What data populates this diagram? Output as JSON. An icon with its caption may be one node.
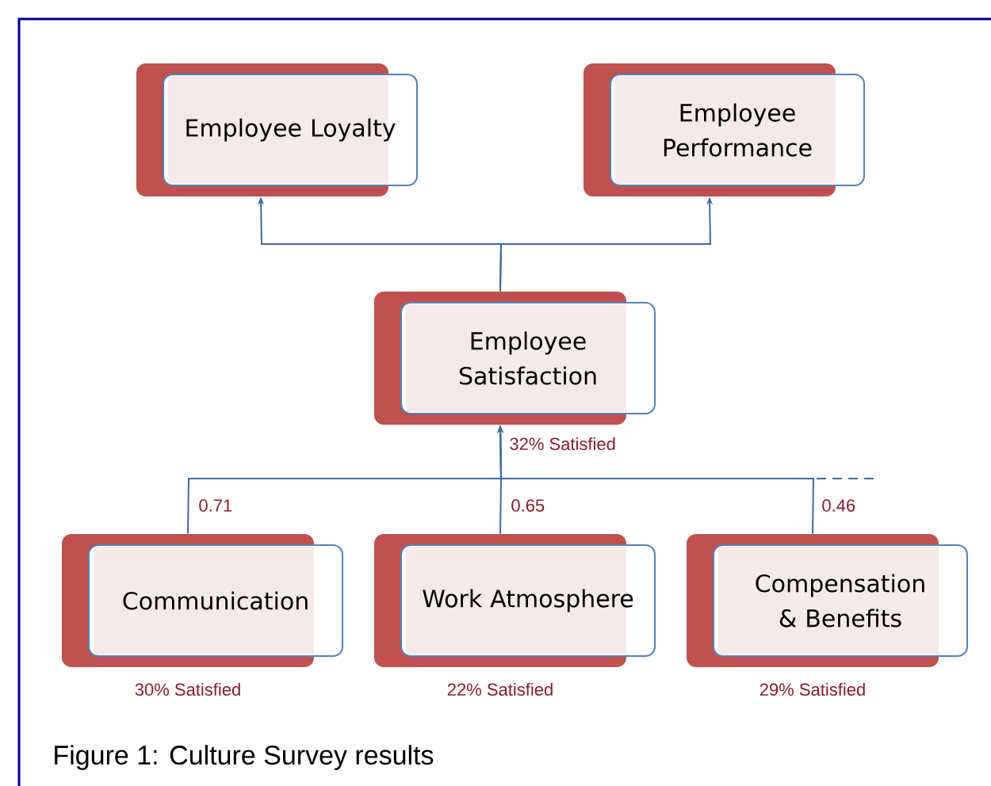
{
  "diagram": {
    "caption": "Figure 1: Culture Survey results",
    "nodes": [
      {
        "text": [
          "Employee Loyalty"
        ]
      },
      {
        "text": [
          "Employee Performance"
        ]
      },
      {
        "text": [
          "Employee Satisfaction"
        ],
        "beside": [
          "32% Satisfied"
        ]
      },
      {
        "text": [
          "Communication"
        ],
        "beside": [
          "30% Satisfied"
        ]
      },
      {
        "text": [
          "Work Atmosphere"
        ],
        "beside": [
          "22% Satisfied"
        ]
      },
      {
        "text": [
          "Compensation & Benefits"
        ],
        "beside": [
          "29% Satisfied"
        ]
      }
    ],
    "edges": [
      {
        "from": 2,
        "to": 0,
        "arrow": "to"
      },
      {
        "from": 2,
        "to": 1,
        "arrow": "to"
      },
      {
        "from": 3,
        "to": 2,
        "arrow": "to",
        "label": "0.71"
      },
      {
        "from": 4,
        "to": 2,
        "arrow": "to",
        "label": "0.65"
      },
      {
        "from": 5,
        "to": 2,
        "arrow": "to",
        "label": "0.46"
      }
    ]
  }
}
